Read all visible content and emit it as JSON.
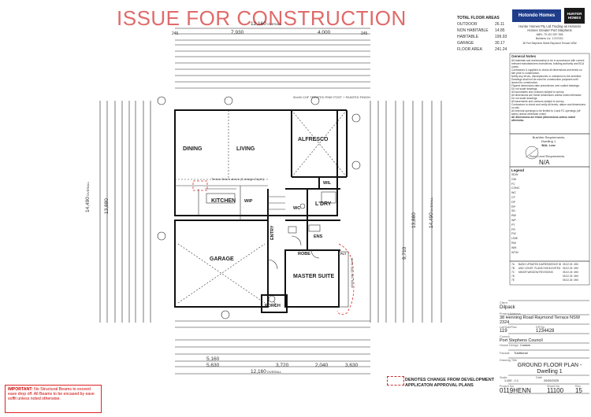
{
  "stamp": "ISSUE FOR CONSTRUCTION",
  "top_dims": {
    "overall": "12,160",
    "overall_suffix": "OVERALL",
    "d1": "7,930",
    "d2": "4,000",
    "left_offset": "245",
    "right_offset": "245"
  },
  "bottom_dims": {
    "overall": "12,160",
    "overall_suffix": "OVERALL",
    "a": "5,160",
    "b": "5,630",
    "c": "3,720",
    "d": "2,040",
    "e": "3,630"
  },
  "side_dims": {
    "left_overall": "14,490",
    "left_overall_suffix": "OVERALL",
    "left_inner": "13,880",
    "right_overall": "14,490",
    "right_overall_suffix": "OVERALL",
    "right_inner": "13,880",
    "right_mid": "9,710"
  },
  "rooms": {
    "dining": "DINING",
    "living": "LIVING",
    "alfresco": "ALFRESCO",
    "kitchen": "KITCHEN",
    "wip": "WIP",
    "wc": "WC",
    "ldry": "L'DRY",
    "ens": "ENS",
    "robe": "ROBE",
    "garage": "GARAGE",
    "entry": "ENTRY",
    "master_suite": "MASTER SUITE",
    "porch": "PORCH",
    "wil": "WIL",
    "plt": "PLT"
  },
  "notes": {
    "post_note": "90x90 CHF TREATED PINE POST + PAINTED FINISH",
    "ceiling_note": "Timber Beam above (S.design Depth)",
    "tank_note": "4000L WA TER TANK"
  },
  "totals": {
    "title": "TOTAL FLOOR AREAS",
    "rows": [
      {
        "label": "OUTDOOR",
        "value": "26.11"
      },
      {
        "label": "NON HABITABLE",
        "value": "14.85"
      },
      {
        "label": "HABITABLE",
        "value": "199.93"
      },
      {
        "label": "GARAGE",
        "value": "30.17"
      },
      {
        "label": "FLOOR AREA",
        "value": "241.24"
      }
    ]
  },
  "company": {
    "logo_text": "Hotondo Homes",
    "logo2_text": "HUNTER HOMES",
    "lines": [
      "Hunter Homes Pty Ltd Trading as Hotondo",
      "Homes Greater Port Stephens",
      "ABN: 79 110 287 356",
      "Builders Lic. 174702C"
    ],
    "address": "38 Port Stephens Street Raymond Terrace NSW"
  },
  "general_notes": {
    "title": "General Notes",
    "items": [
      "All materials and workmanship to be in accordance with current relevant manufacturers instructions, building authority and BCA codes.",
      "Contractors & suppliers to check all dimensions and levels on site prior to construction.",
      "Notify any errors, discrepancies or omissions to the architect.",
      "Drawings shall not be used for construction purposes until issued for construction.",
      "Figured dimensions take precedence over scaled drawings.",
      "Do not scale drawings.",
      "All boundaries and contours subject to survey.",
      "All dimensions are frame dimensions unless noted otherwise.",
      "Do not scale drawings.",
      "All easements and contours subject to survey.",
      "Contractors to check and verify all levels, datum and dimensions on site.",
      "All external openings to be limited to 4 and FC openings (off sides) unless otherwise noted.",
      "All dimensions are frame (dimensions unless noted otherwise."
    ]
  },
  "bushfire": {
    "title": "Bushfire Requirements",
    "sub": "Dwelling 1",
    "bal_label": "BAL Low",
    "flood_label": "Flood Level Requirements",
    "flood_value": "N/A"
  },
  "legend": {
    "title": "Legend",
    "items": [
      "SDW",
      "GW",
      "FC",
      "CONC",
      "WC",
      "CF",
      "DP",
      "RP",
      "SD",
      "RW",
      "WP",
      "PT",
      "FR",
      "FW",
      "LINE",
      "RW",
      "WM",
      "WTM"
    ]
  },
  "revisions": [
    {
      "rev": "7A",
      "desc": "BASIX UPDATED DA/RESIDENCE NETHERDEN",
      "date": "05.02.26",
      "by": "MM"
    },
    {
      "rev": "7B",
      "desc": "AND CONST. PLANS HIGHLIGHTED WINDOW AND RETAINING WALL ADJUSTMENTS",
      "date": "05.02.26",
      "by": "MM"
    },
    {
      "rev": "7C",
      "desc": "MINOR WINDOW REVISIONS",
      "date": "05.02.26",
      "by": "MM"
    },
    {
      "rev": "7D",
      "desc": "",
      "date": "05.02.26",
      "by": "MM"
    },
    {
      "rev": "7E",
      "desc": "",
      "date": "05.02.26",
      "by": "MM"
    }
  ],
  "title_block": {
    "client_label": "Client",
    "client": "Dilpack",
    "address_label": "Project Address",
    "address": "38 Henning Road Raymond Terrace NSW 2324",
    "lot_label": "Lot/Sub/Plan",
    "lot": "119",
    "dp_label": "DP/Sp",
    "dp": "1234428",
    "council_label": "Council",
    "council": "Port Stephens Council",
    "design_label": "House Design",
    "design": "Custom",
    "facade_label": "Facade",
    "facade": "Traditional",
    "drawing_label": "Drawing Title",
    "drawing": "GROUND FLOOR PLAN - Dwelling 1",
    "scale_label": "Scale",
    "scale": "1:100 , 1:1",
    "date_label": "Date",
    "date": "20/05/2025",
    "project_label": "Project No.",
    "project": "0119HENN",
    "sheet_label": "Sheet No.",
    "sheet": "11100",
    "rev_label": "Rev",
    "rev": "15"
  },
  "development_note": "DENOTES CHANGE FROM DEVELOPMENT APPLICATON APPROVAL PLANS",
  "important": {
    "label": "IMPORTANT:",
    "text": "No Structural Beams to exceed eave drop off. All Beams to be encased by eave soffit unless noted otherwise."
  },
  "colors": {
    "stamp": "#e06a6a",
    "important": "#cc0000",
    "logo": "#1f3d8a"
  }
}
